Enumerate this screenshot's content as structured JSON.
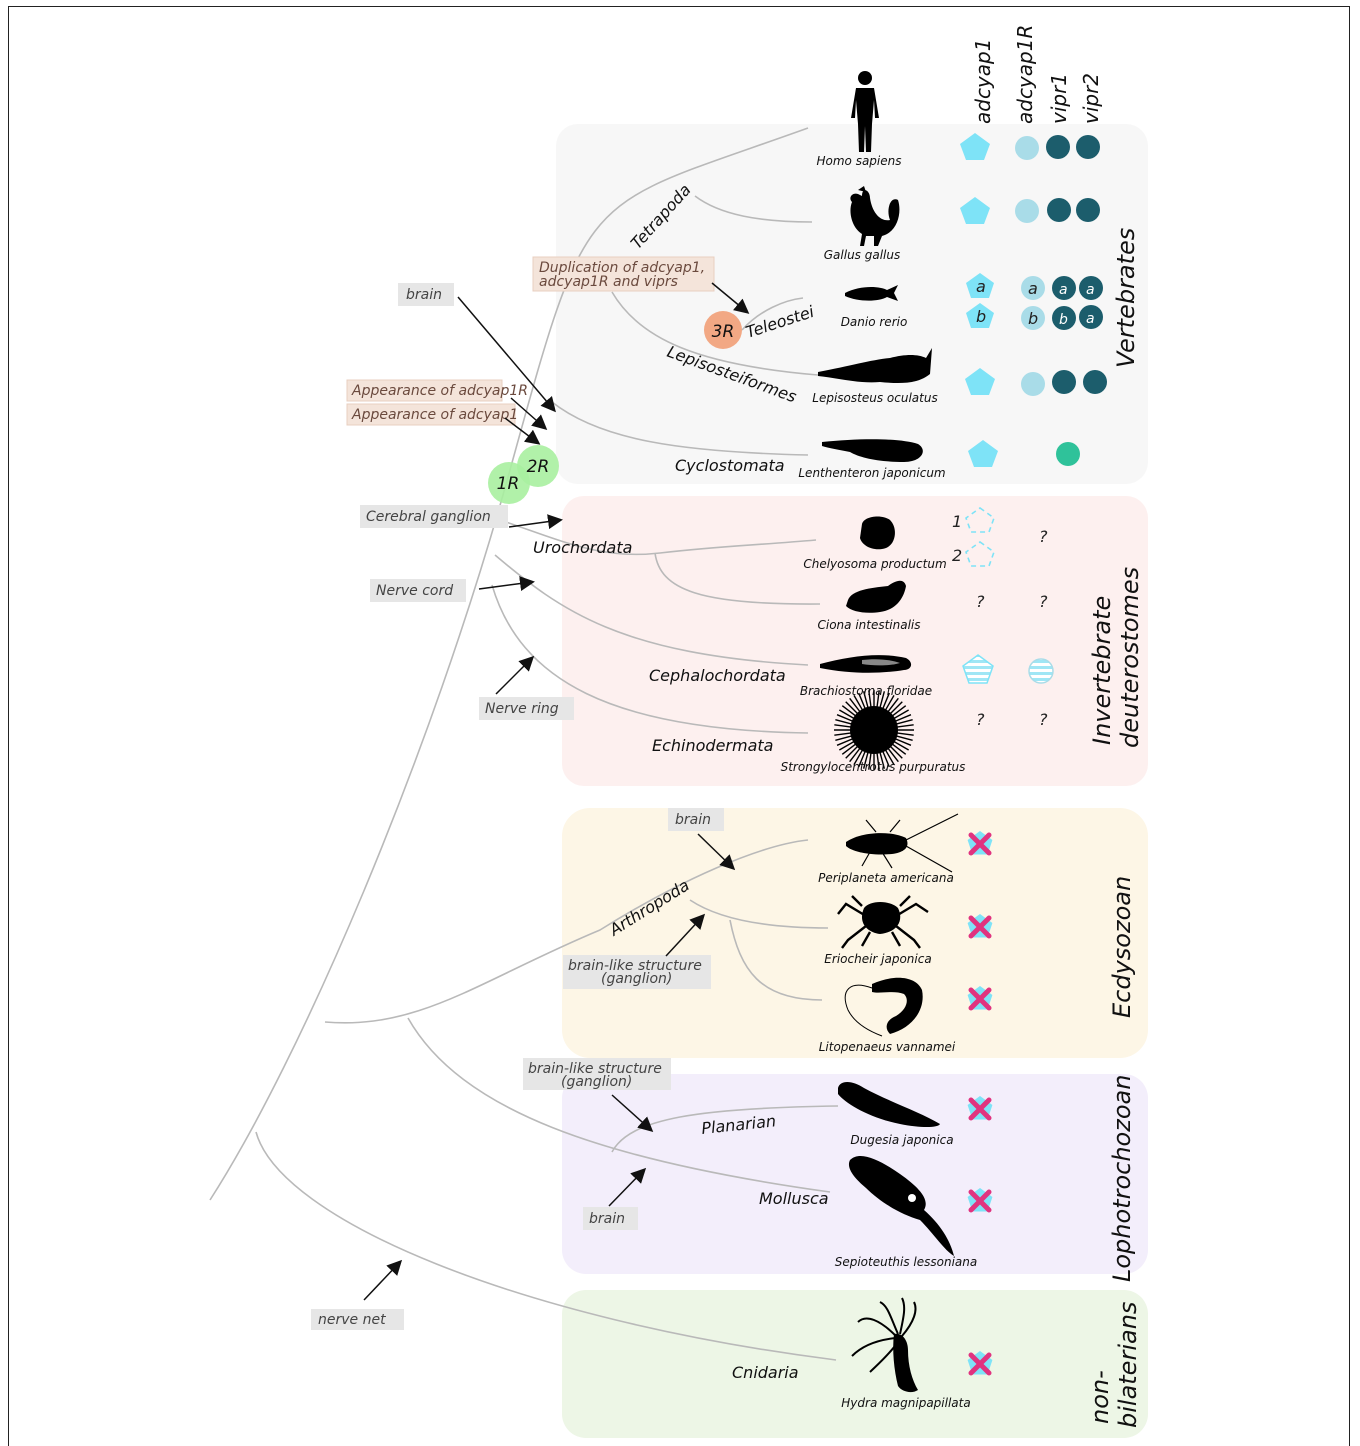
{
  "gene_headers": [
    "adcyap1",
    "adcyap1R",
    "vipr1",
    "vipr2"
  ],
  "groups": {
    "vertebrates": "Vertebrates",
    "invertebrate_deuterostomes": [
      "Invertebrate",
      "deuterostomes"
    ],
    "ecdysozoan": "Ecdysozoan",
    "lophotrochozoan": "Lophotrochozoan",
    "non_bilaterians": [
      "non-",
      "bilaterians"
    ]
  },
  "species": {
    "homo_sapiens": "Homo sapiens",
    "gallus_gallus": "Gallus gallus",
    "danio_rerio": "Danio rerio",
    "lepisosteus_oculatus": "Lepisosteus oculatus",
    "lenthenteron_japonicum": "Lenthenteron japonicum",
    "chelyosoma_productum": "Chelyosoma productum",
    "ciona_intestinalis": "Ciona intestinalis",
    "brachiostoma_floridae": "Brachiostoma floridae",
    "strongylocentrotus_purpuratus": "Strongylocentrotus purpuratus",
    "periplaneta_americana": "Periplaneta americana",
    "eriocheir_japonica": "Eriocheir japonica",
    "litopenaeus_vannamei": "Litopenaeus vannamei",
    "dugesia_japonica": "Dugesia japonica",
    "sepioteuthis_lessoniana": "Sepioteuthis lessoniana",
    "hydra_magnipapillata": "Hydra magnipapillata"
  },
  "clades": {
    "tetrapoda": "Tetrapoda",
    "teleostei": "Teleostei",
    "lepisosteiformes": "Lepisosteiformes",
    "cyclostomata": "Cyclostomata",
    "urochordata": "Urochordata",
    "cephalochordata": "Cephalochordata",
    "echinodermata": "Echinodermata",
    "arthropoda": "Arthropoda",
    "planarian": "Planarian",
    "mollusca": "Mollusca",
    "cnidaria": "Cnidaria"
  },
  "events": {
    "one_r": "1R",
    "two_r": "2R",
    "three_r": "3R"
  },
  "annotations": {
    "brain_vert": "brain",
    "duplication_line1": "Duplication of adcyap1,",
    "duplication_line2": "adcyap1R and viprs",
    "appearance_adcyap1r": "Appearance of adcyap1R",
    "appearance_adcyap1": "Appearance of adcyap1",
    "cerebral_ganglion": "Cerebral ganglion",
    "nerve_cord": "Nerve cord",
    "nerve_ring": "Nerve ring",
    "brain_arthropod": "brain",
    "brainlike_arthropod_line1": "brain-like structure",
    "brainlike_arthropod_line2": "(ganglion)",
    "brainlike_planarian_line1": "brain-like structure",
    "brainlike_planarian_line2": "(ganglion)",
    "brain_mollusca": "brain",
    "nerve_net": "nerve net"
  },
  "marks": {
    "paralog_a": "a",
    "paralog_b": "b",
    "copy_1": "1",
    "copy_2": "2",
    "unknown": "?"
  },
  "colors": {
    "vertebrate_bg": "#f7f7f7",
    "invert_deut_bg": "#fdf0ef",
    "ecdysozoan_bg": "#fdf6e6",
    "lophotrochozoan_bg": "#f3eefb",
    "nonbilaterian_bg": "#edf6e6",
    "adcyap1": "#7ee3f7",
    "adcyap1R": "#a9dce8",
    "vipr": "#1c5d6c",
    "cyclostome_receptor": "#2fc29a",
    "absent_cross": "#e0337f",
    "wgd_green": "#a8f0a0",
    "wgd_orange": "#f2a884"
  }
}
